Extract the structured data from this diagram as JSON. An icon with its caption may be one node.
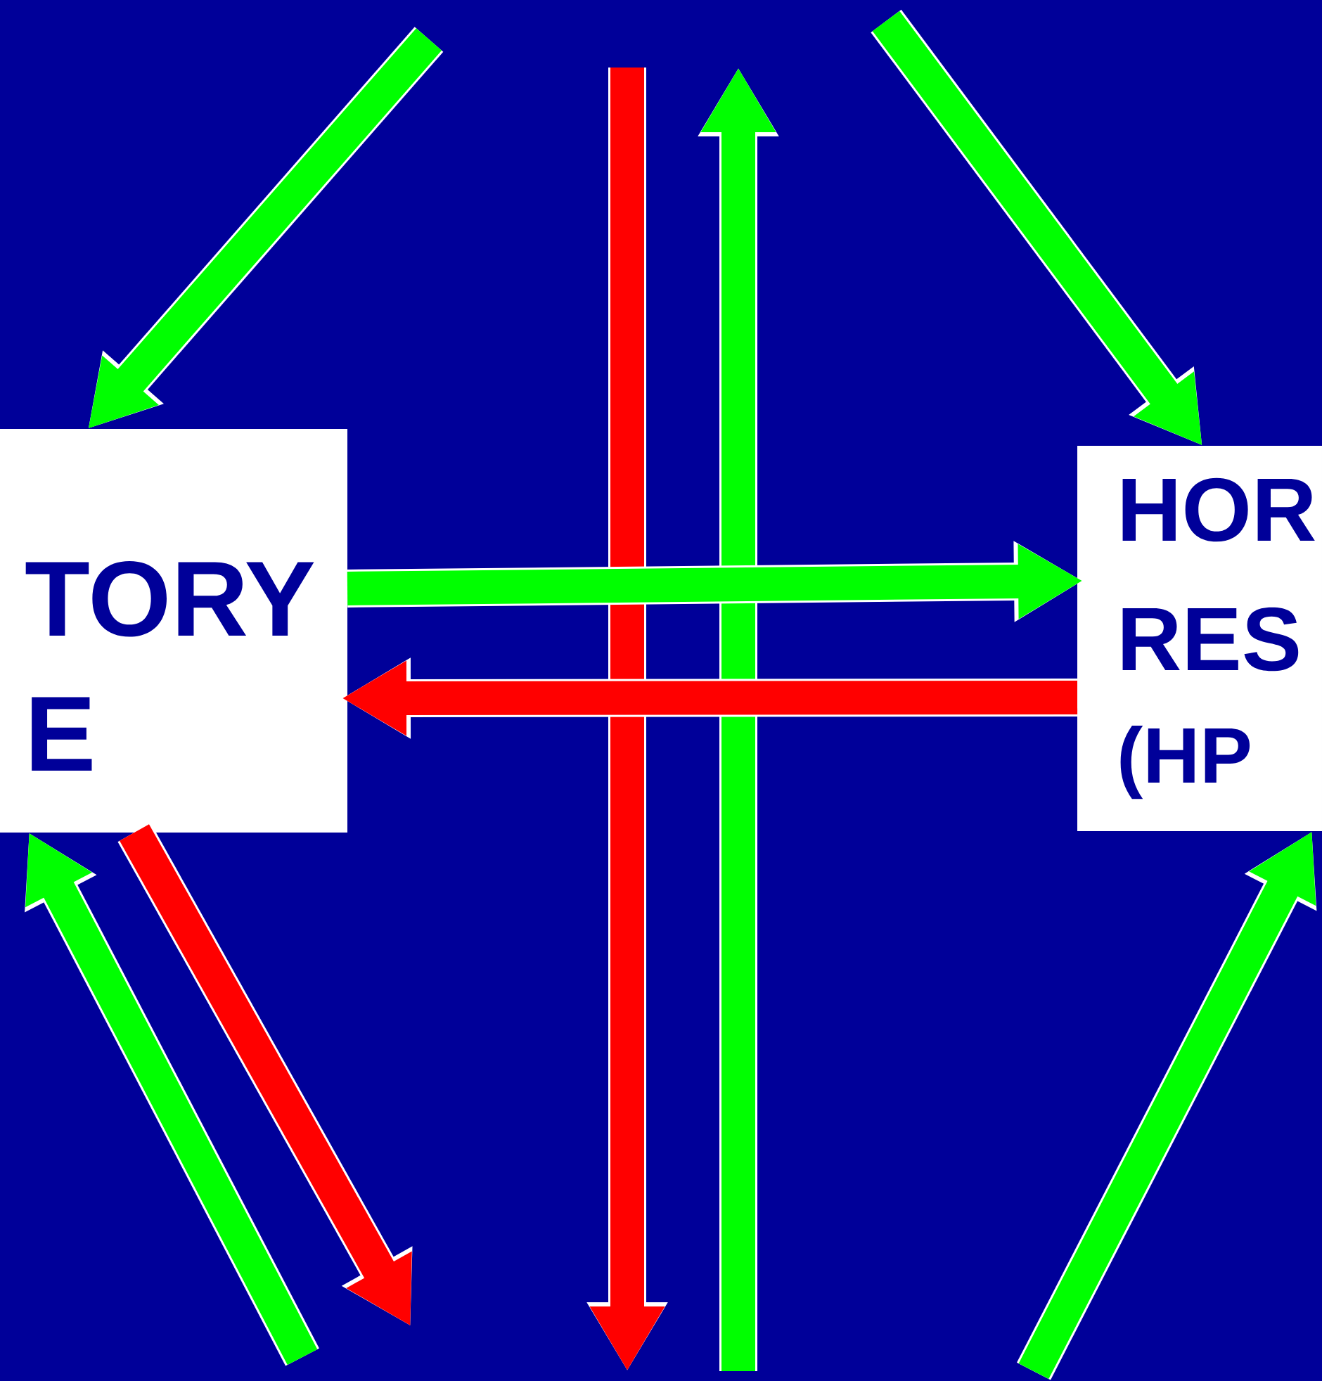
{
  "diagram": {
    "nodes": [
      {
        "text": [
          "TORY E"
        ]
      },
      {
        "text": [
          "HOR RES",
          "(HP"
        ]
      }
    ],
    "edges": [
      {
        "from": null,
        "to": 0,
        "arrow": "to"
      },
      {
        "from": null,
        "to": 1,
        "arrow": "to"
      },
      {
        "from": 0,
        "to": 1,
        "arrow": "to"
      },
      {
        "from": 1,
        "to": 0,
        "arrow": "to",
        "color": "#ff0000"
      },
      {
        "from": null,
        "to": 0,
        "arrow": "to"
      },
      {
        "from": 0,
        "to": null,
        "arrow": "to",
        "color": "#ff0000"
      },
      {
        "from": null,
        "to": 1,
        "arrow": "to"
      }
    ]
  }
}
